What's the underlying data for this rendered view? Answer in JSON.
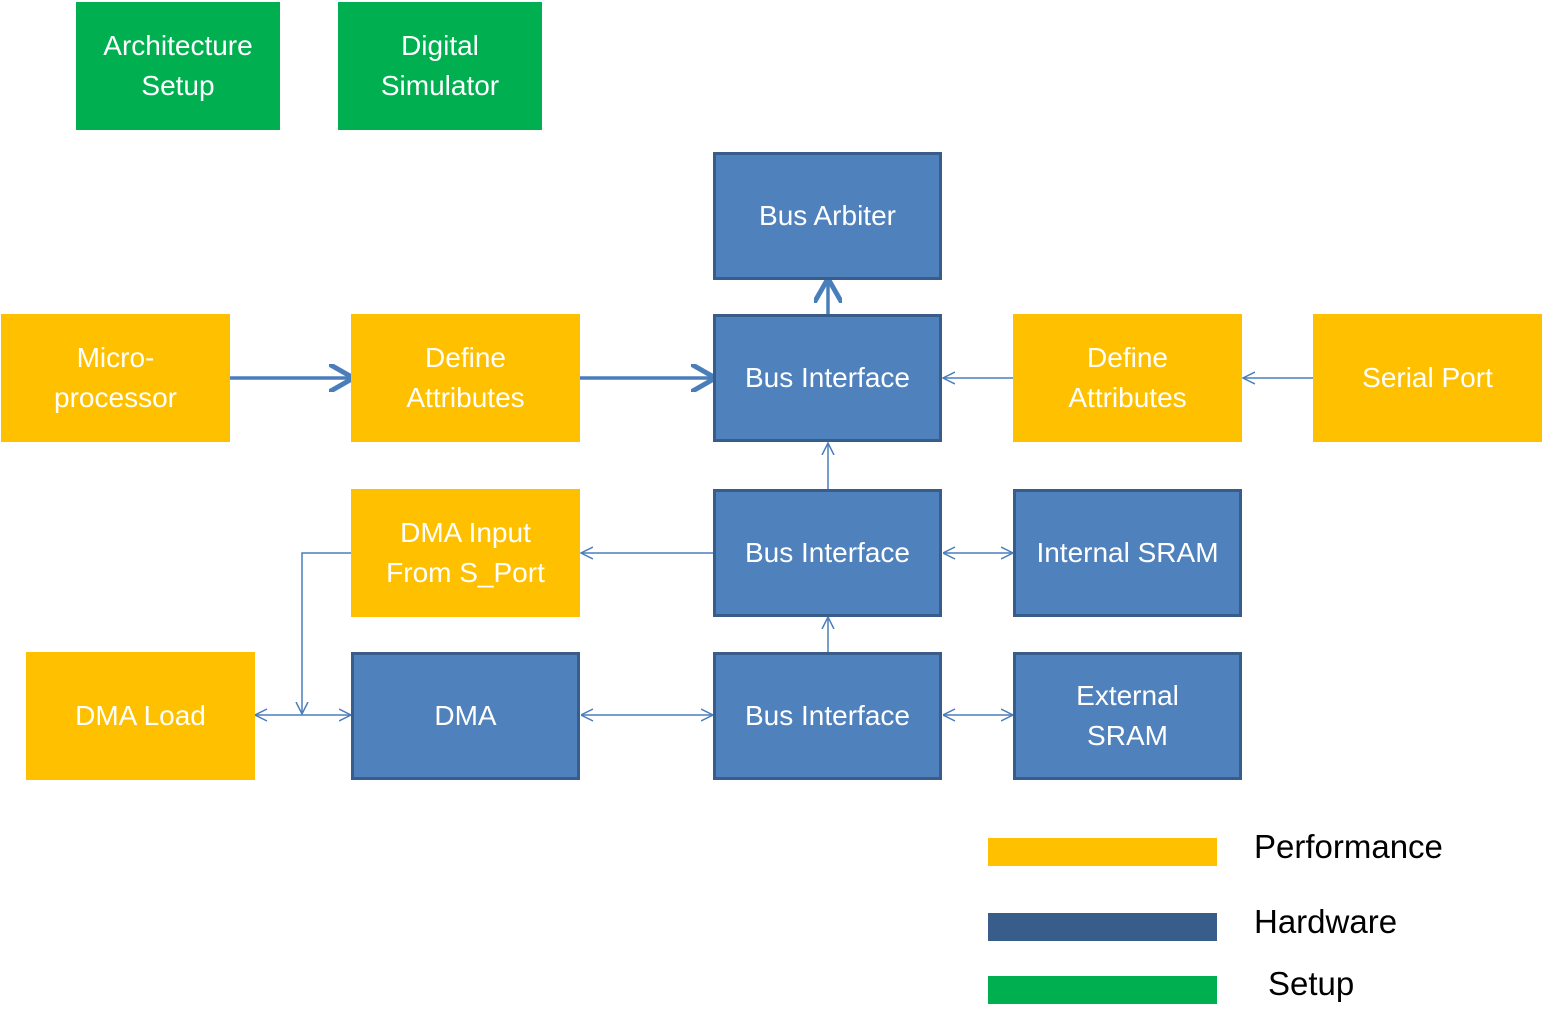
{
  "colors": {
    "performance": "#ffc000",
    "hardware": "#4f81bd",
    "hardware_border": "#385d8a",
    "setup": "#00b050",
    "connector": "#4a7ebb"
  },
  "setup_boxes": {
    "architecture_setup": "Architecture\nSetup",
    "digital_simulator": "Digital\nSimulator"
  },
  "blocks": {
    "bus_arbiter": "Bus Arbiter",
    "microprocessor": "Micro-\nprocessor",
    "define_attributes_left": "Define\nAttributes",
    "bus_interface_top": "Bus Interface",
    "define_attributes_right": "Define\nAttributes",
    "serial_port": "Serial Port",
    "dma_input": "DMA Input\nFrom S_Port",
    "bus_interface_middle": "Bus Interface",
    "internal_sram": "Internal SRAM",
    "dma_load": "DMA Load",
    "dma": "DMA",
    "bus_interface_bottom": "Bus Interface",
    "external_sram": "External\nSRAM"
  },
  "legend": {
    "performance": "Performance",
    "hardware": "Hardware",
    "setup": "Setup"
  }
}
